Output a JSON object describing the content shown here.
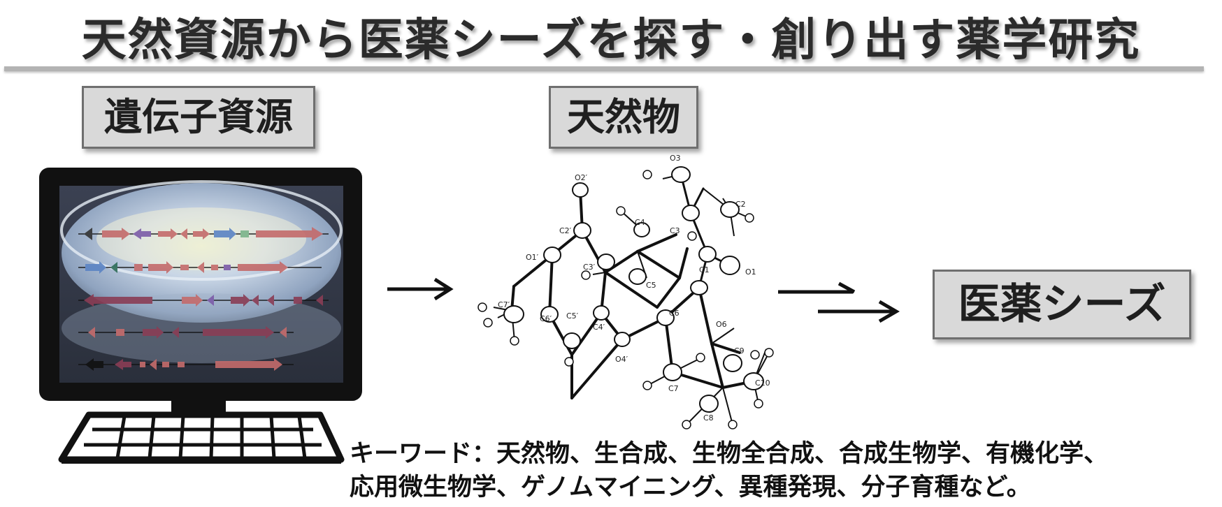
{
  "title": "天然資源から医薬シーズを探す・創り出す薬学研究",
  "boxes": {
    "genetic_resources": "遺伝子資源",
    "natural_products": "天然物",
    "drug_seeds": "医薬シーズ"
  },
  "keywords": {
    "line1": "キーワード：天然物、生合成、生物全合成、合成生物学、有機化学、",
    "line2": "応用微生物学、ゲノムマイニング、異種発現、分子育種など。"
  },
  "molecule_labels": {
    "O3": "O3",
    "O2p": "O2′",
    "C2": "C2",
    "C2p": "C2′",
    "C4": "C4",
    "C3": "C3",
    "O1p": "O1′",
    "C3p": "C3′",
    "C1": "C1",
    "O1": "O1",
    "C5": "C5",
    "C7p": "C7′",
    "C6p": "C6′",
    "C5p": "C5′",
    "C4p": "C4′",
    "C6": "C6",
    "O6": "O6",
    "O4p": "O4′",
    "C9": "C9",
    "C7": "C7",
    "C10": "C10",
    "C8": "C8"
  },
  "colors": {
    "box_fill": "#d9d9d9",
    "box_border": "#6f6f6f",
    "rule": "#b3b3b3",
    "monitor": "#111111",
    "arrow": "#111111"
  }
}
